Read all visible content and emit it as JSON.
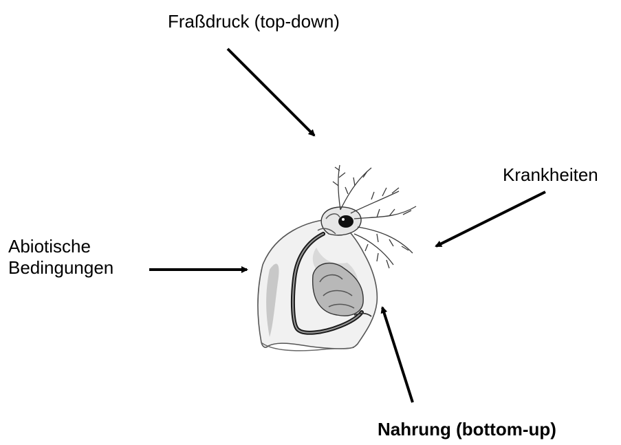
{
  "labels": {
    "top": "Fraßdruck (top-down)",
    "right": "Krankheiten",
    "left_line1": "Abiotische",
    "left_line2": "Bedingungen",
    "bottom": "Nahrung (bottom-up)"
  },
  "illustration": {
    "subject": "daphnia-illustration"
  },
  "colors": {
    "arrow": "#000000",
    "text": "#000000",
    "background": "#ffffff"
  }
}
